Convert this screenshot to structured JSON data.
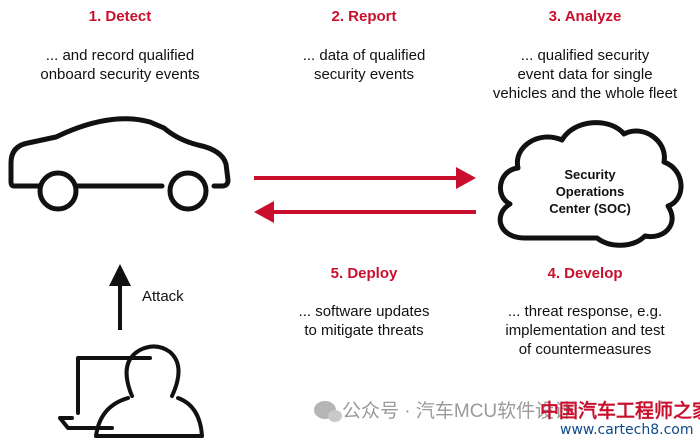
{
  "steps": {
    "detect": {
      "title": "1. Detect",
      "desc_line1": "... and record qualified",
      "desc_line2": "onboard security events"
    },
    "report": {
      "title": "2. Report",
      "desc_line1": "... data of qualified",
      "desc_line2": "security events"
    },
    "analyze": {
      "title": "3. Analyze",
      "desc_line1": "... qualified security",
      "desc_line2": "event data for single",
      "desc_line3": "vehicles and the whole fleet"
    },
    "develop": {
      "title": "4. Develop",
      "desc_line1": "... threat response, e.g.",
      "desc_line2": "implementation and test",
      "desc_line3": "of countermeasures"
    },
    "deploy": {
      "title": "5. Deploy",
      "desc_line1": "... software updates",
      "desc_line2": "to mitigate threats"
    }
  },
  "soc": {
    "line1": "Security",
    "line2": "Operations",
    "line3": "Center (SOC)"
  },
  "attack_label": "Attack",
  "watermark": {
    "account": "公众号 · 汽车MCU软件设计",
    "brand": "中国汽车工程师之家",
    "url": "www.cartech8.com"
  },
  "colors": {
    "accent": "#c8102e",
    "text": "#111111",
    "background": "#ffffff"
  },
  "icons": [
    "car-icon",
    "cloud-icon",
    "attacker-icon",
    "arrow-right-icon",
    "arrow-left-icon",
    "arrow-up-icon"
  ]
}
